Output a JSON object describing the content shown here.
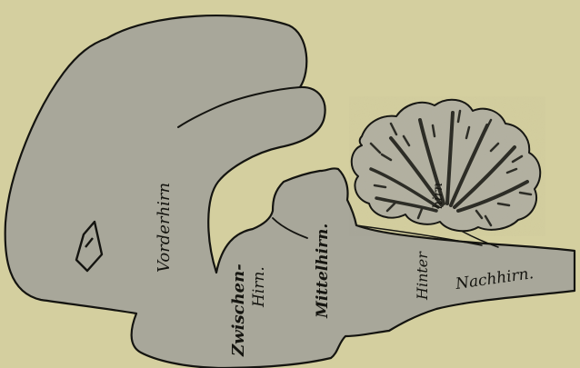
{
  "labels": {
    "vorderhirn": "Vorderhirn",
    "zwischen": "Zwischen-",
    "hirn": "Hirn.",
    "mittelhirn": "Mittelhirn.",
    "hinter": "Hinter",
    "hirn_cerebellum": "hirn",
    "nachhirn": "Nachhirn."
  },
  "colors": {
    "paper": "#d4cf9f",
    "brain": "#a8a79a",
    "outline": "#141410",
    "cerebellum_fold": "#2a2a24"
  }
}
